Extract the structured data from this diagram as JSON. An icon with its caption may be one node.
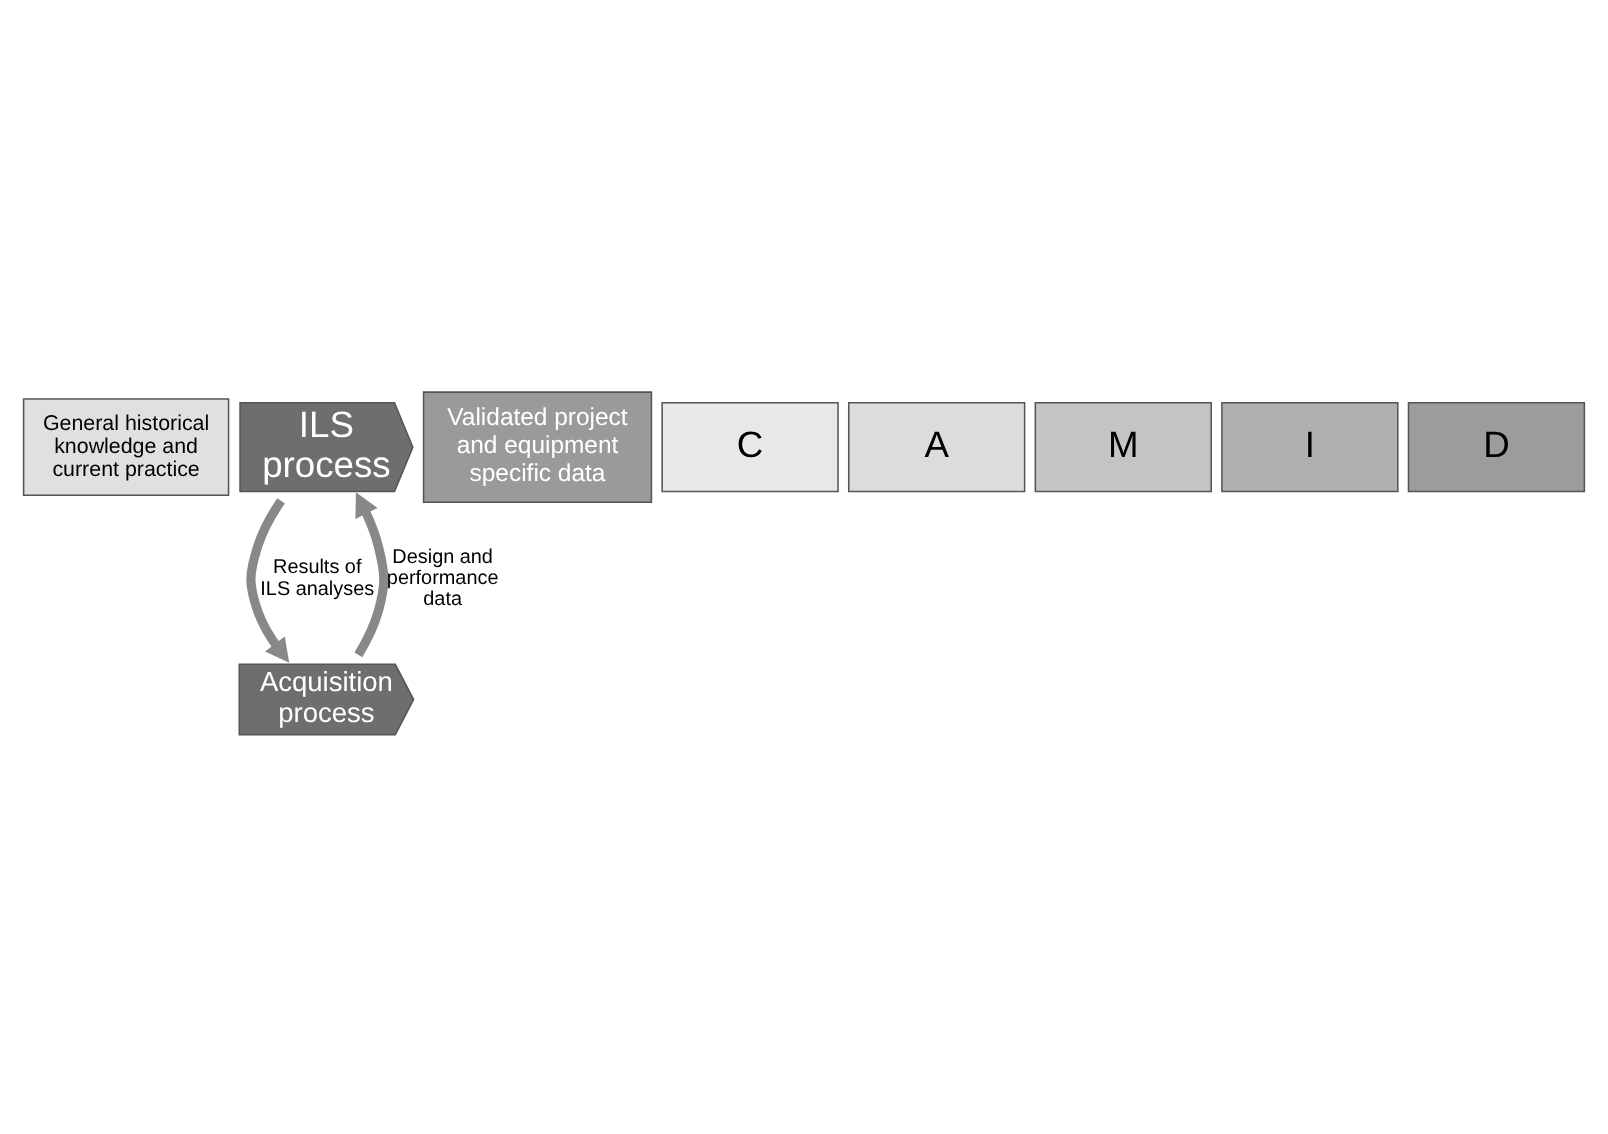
{
  "diagram": {
    "nodes": [
      {
        "text": [
          "General historical knowledge and current practice"
        ]
      },
      {
        "text": [
          "ILS process"
        ]
      },
      {
        "text": [
          "Validated project and equipment specific data"
        ]
      },
      {
        "text": [
          "Acquisition process"
        ]
      },
      {
        "text": [
          "C"
        ]
      },
      {
        "text": [
          "A"
        ]
      },
      {
        "text": [
          "M"
        ]
      },
      {
        "text": [
          "I"
        ]
      },
      {
        "text": [
          "D"
        ]
      }
    ],
    "edges": [
      {
        "from": 3,
        "to": 1,
        "arrow": "to",
        "label": "Design and performance data"
      },
      {
        "from": 1,
        "to": 3,
        "arrow": "to",
        "label": "Results of ILS analyses"
      }
    ]
  }
}
